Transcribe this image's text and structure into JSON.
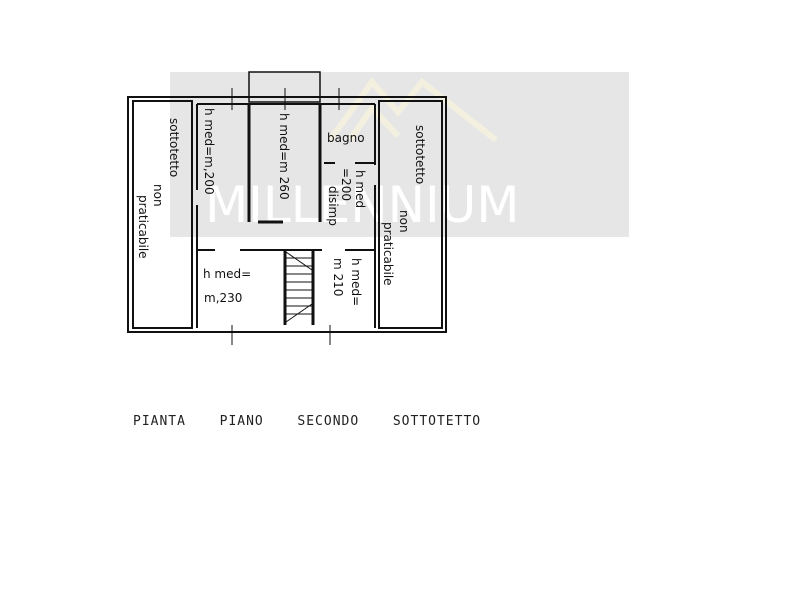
{
  "plan": {
    "caption": "PIANTA  PIANO  SECONDO  SOTTOTETTO",
    "left_attic": {
      "line1": "sottotetto",
      "line2": "non",
      "line3": "praticabile"
    },
    "right_attic": {
      "line1": "sottotetto",
      "line2": "non",
      "line3": "praticabile"
    },
    "room_top_left": "h med=m,200",
    "room_top_middle": "h med=m 260",
    "bathroom": "bagno",
    "hall_height": "=200",
    "hall_label": "disimp",
    "hall_hmed": "h med",
    "room_bottom_left_line1": "h med=",
    "room_bottom_left_line2": "m,230",
    "room_bottom_right_line1": "m 210",
    "room_bottom_right_line2": "h med="
  },
  "watermark": {
    "text": "MILLENNIUM",
    "band_color": "#e6e6e6",
    "logo_color": "#f3efe0"
  }
}
